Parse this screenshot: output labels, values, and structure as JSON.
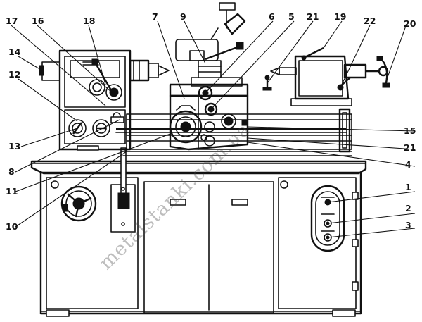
{
  "callouts": {
    "c1": "1",
    "c2": "2",
    "c3": "3",
    "c4": "4",
    "c5": "5",
    "c6": "6",
    "c7": "7",
    "c8": "8",
    "c9": "9",
    "c10": "10",
    "c11": "11",
    "c12": "12",
    "c13": "13",
    "c14": "14",
    "c15": "15",
    "c16": "16",
    "c17": "17",
    "c18": "18",
    "c19": "19",
    "c20": "20",
    "c21a": "21",
    "c21b": "21",
    "c22": "22"
  },
  "watermark": "metalstanki.com.ua",
  "colors": {
    "ink": "#111111",
    "paper": "#ffffff",
    "watermark": "#444444"
  }
}
